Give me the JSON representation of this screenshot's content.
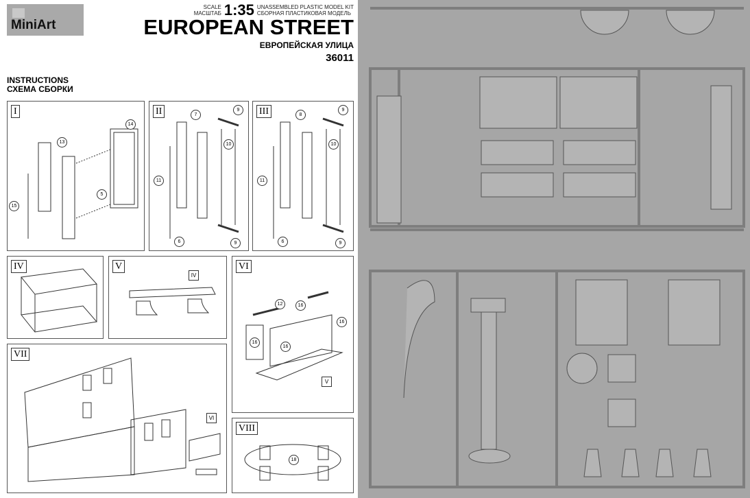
{
  "header": {
    "brand": "MiniArt",
    "scale_en": "SCALE",
    "scale_ru": "МАСШТАБ",
    "scale": "1:35",
    "kit_en": "UNASSEMBLED PLASTIC MODEL KIT",
    "kit_ru": "СБОРНАЯ ПЛАСТИКОВАЯ МОДЕЛЬ",
    "title": "EUROPEAN STREET",
    "title_ru": "ЕВРОПЕЙСКАЯ УЛИЦА",
    "kit_number": "36011"
  },
  "instructions": {
    "en": "INSTRUCTIONS",
    "ru": "СХЕМА СБОРКИ"
  },
  "steps": [
    {
      "label": "I",
      "callouts": [
        "13",
        "14",
        "5",
        "15"
      ]
    },
    {
      "label": "II",
      "callouts": [
        "7",
        "9",
        "10",
        "11",
        "6",
        "9"
      ]
    },
    {
      "label": "III",
      "callouts": [
        "8",
        "9",
        "10",
        "11",
        "6",
        "9"
      ]
    },
    {
      "label": "IV",
      "callouts": []
    },
    {
      "label": "V",
      "callouts": [
        "IV"
      ]
    },
    {
      "label": "VI",
      "callouts": [
        "12",
        "16",
        "16",
        "16",
        "16",
        "V"
      ]
    },
    {
      "label": "VII",
      "callouts": [
        "VI"
      ]
    },
    {
      "label": "VIII",
      "callouts": [
        "18"
      ]
    }
  ]
}
